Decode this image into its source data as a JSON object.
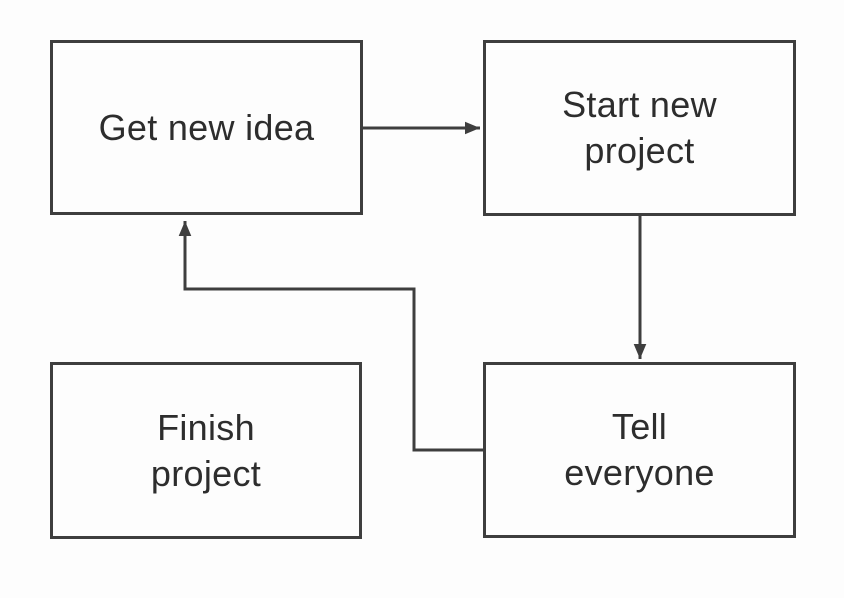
{
  "diagram": {
    "title": "",
    "type": "flowchart",
    "nodes": [
      {
        "id": "get-new-idea",
        "label": "Get new idea"
      },
      {
        "id": "start-new-project",
        "label": "Start new\nproject"
      },
      {
        "id": "finish-project",
        "label": "Finish\nproject"
      },
      {
        "id": "tell-everyone",
        "label": "Tell\neveryone"
      }
    ],
    "edges": [
      {
        "from": "get-new-idea",
        "to": "start-new-project",
        "direction": "right"
      },
      {
        "from": "start-new-project",
        "to": "tell-everyone",
        "direction": "down"
      },
      {
        "from": "tell-everyone",
        "to": "get-new-idea",
        "direction": "left-up-feedback"
      }
    ],
    "colors": {
      "line": "#3e3e3e",
      "text": "#2d2d2d",
      "node_background": "#fdfdfd",
      "page_background": "#fdfdfd"
    }
  }
}
